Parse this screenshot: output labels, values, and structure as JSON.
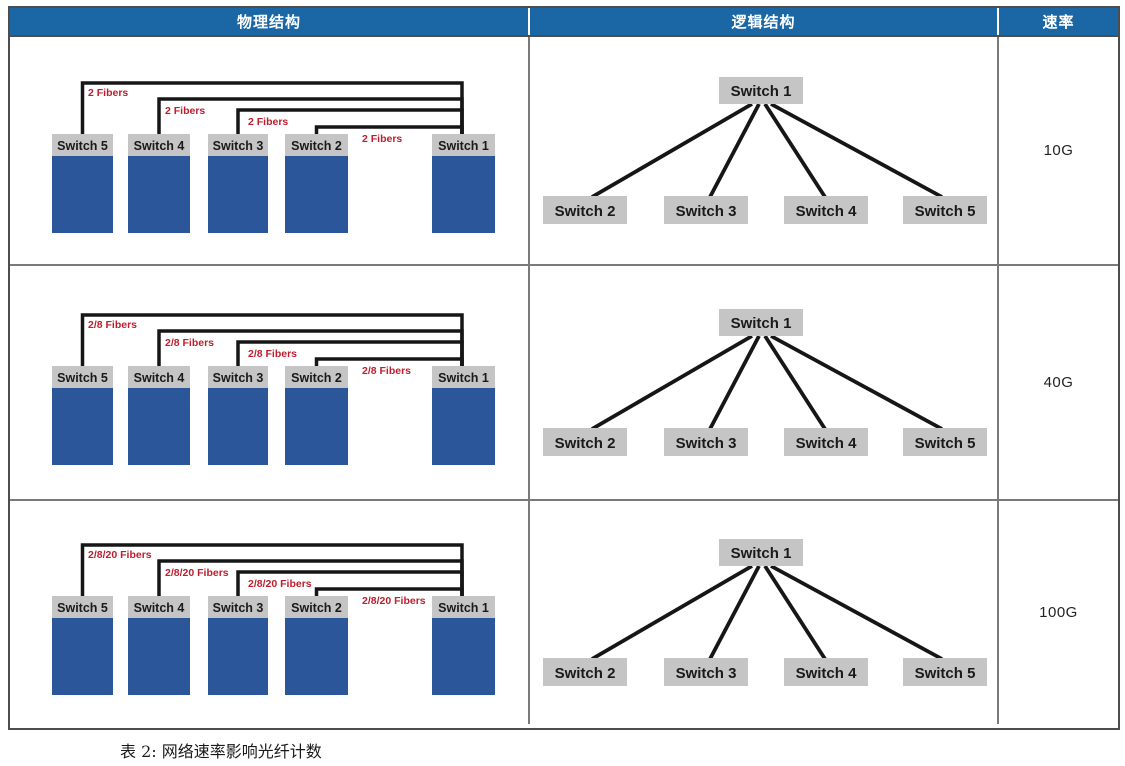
{
  "header": {
    "columns": [
      "物理结构",
      "逻辑结构",
      "速率"
    ]
  },
  "rows": [
    {
      "fiber_label": "2 Fibers",
      "speed": "10G"
    },
    {
      "fiber_label": "2/8 Fibers",
      "speed": "40G"
    },
    {
      "fiber_label": "2/8/20 Fibers",
      "speed": "100G"
    }
  ],
  "physical": {
    "switches": [
      "Switch 5",
      "Switch 4",
      "Switch 3",
      "Switch 2",
      "Switch 1"
    ],
    "hub": "Switch 1",
    "links_per_row": 4
  },
  "logical": {
    "root": "Switch 1",
    "leaves": [
      "Switch 2",
      "Switch 3",
      "Switch 4",
      "Switch 5"
    ]
  },
  "caption": "表 2: 网络速率影响光纤计数",
  "colors": {
    "header_bg": "#1B67A6",
    "header_text": "#FFFFFF",
    "switch_body": "#2B5699",
    "switch_label_bg": "#C5C5C5",
    "switch_label_text": "#1A1A1A",
    "line": "#161616",
    "fiber_red": "#BE1E2D",
    "grid_outer": "#4D4D4D",
    "grid_inner": "#7A7A7A",
    "speed_text": "#232323"
  }
}
